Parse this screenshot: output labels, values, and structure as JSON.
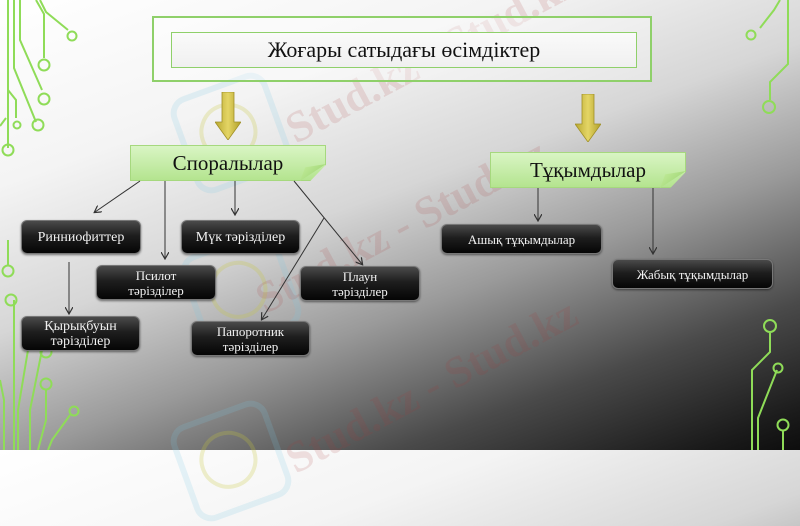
{
  "title": "Жоғары сатыдағы өсімдіктер",
  "branches": [
    {
      "label": "Споралылар",
      "children": [
        {
          "line1": "Ринниофиттер",
          "line2": ""
        },
        {
          "line1": "Псилот",
          "line2": "тәрізділер"
        },
        {
          "line1": "Мүк тәрізділер",
          "line2": ""
        },
        {
          "line1": "Плаун",
          "line2": "тәрізділер"
        },
        {
          "line1": "Папоротник",
          "line2": "тәрізділер"
        },
        {
          "line1": "Қырықбуын",
          "line2": "тәрізділер"
        }
      ]
    },
    {
      "label": "Тұқымдылар",
      "children": [
        {
          "line1": "Ашық тұқымдылар",
          "line2": ""
        },
        {
          "line1": "Жабық тұқымдылар",
          "line2": ""
        }
      ]
    }
  ],
  "watermark": "Stud.kz - Stud.kz",
  "colors": {
    "accent_green": "#8fd06a",
    "note_green": "#b4e48f",
    "arrow_gold": "#d4c34a",
    "node_dark": "#111111",
    "circuit_green": "#9be05a"
  }
}
